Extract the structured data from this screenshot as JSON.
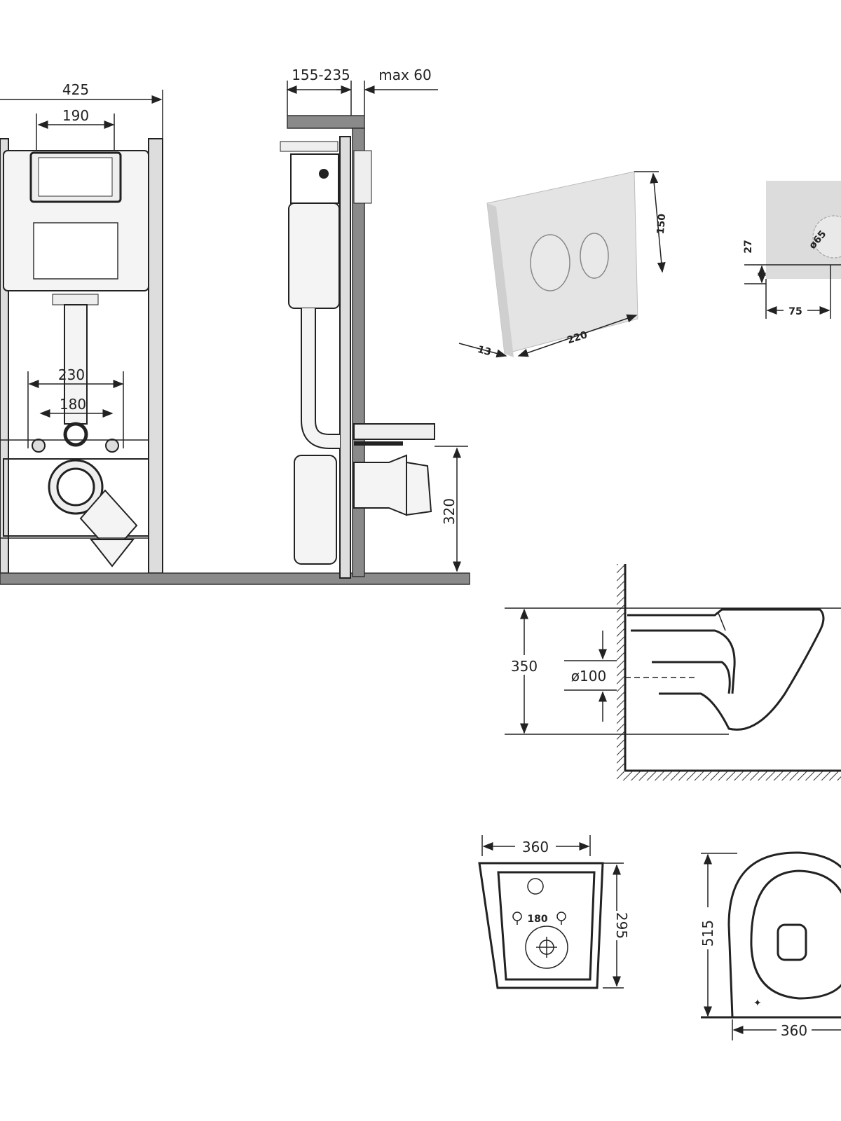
{
  "diagram": {
    "title_hidden": null,
    "frame_front": {
      "width_label": "425",
      "plate_width_label": "190",
      "inlet_spacing_label": "230",
      "bolt_spacing_label": "180"
    },
    "frame_side": {
      "depth_label": "155-235",
      "wall_label": "max 60",
      "outlet_height_label": "320"
    },
    "flush_plate_round": {
      "height_label": "150",
      "width_label": "220",
      "thickness_label": "13"
    },
    "flush_plate_single": {
      "offset_label": "27",
      "diameter_label": "ø65",
      "horizontal_label": "75"
    },
    "bowl_side": {
      "height_label": "350",
      "outlet_label": "ø100"
    },
    "bowl_back": {
      "width_label": "360",
      "bolt_spacing_label": "180",
      "height_label": "295"
    },
    "bowl_top": {
      "length_label": "515",
      "width_label": "360"
    }
  }
}
